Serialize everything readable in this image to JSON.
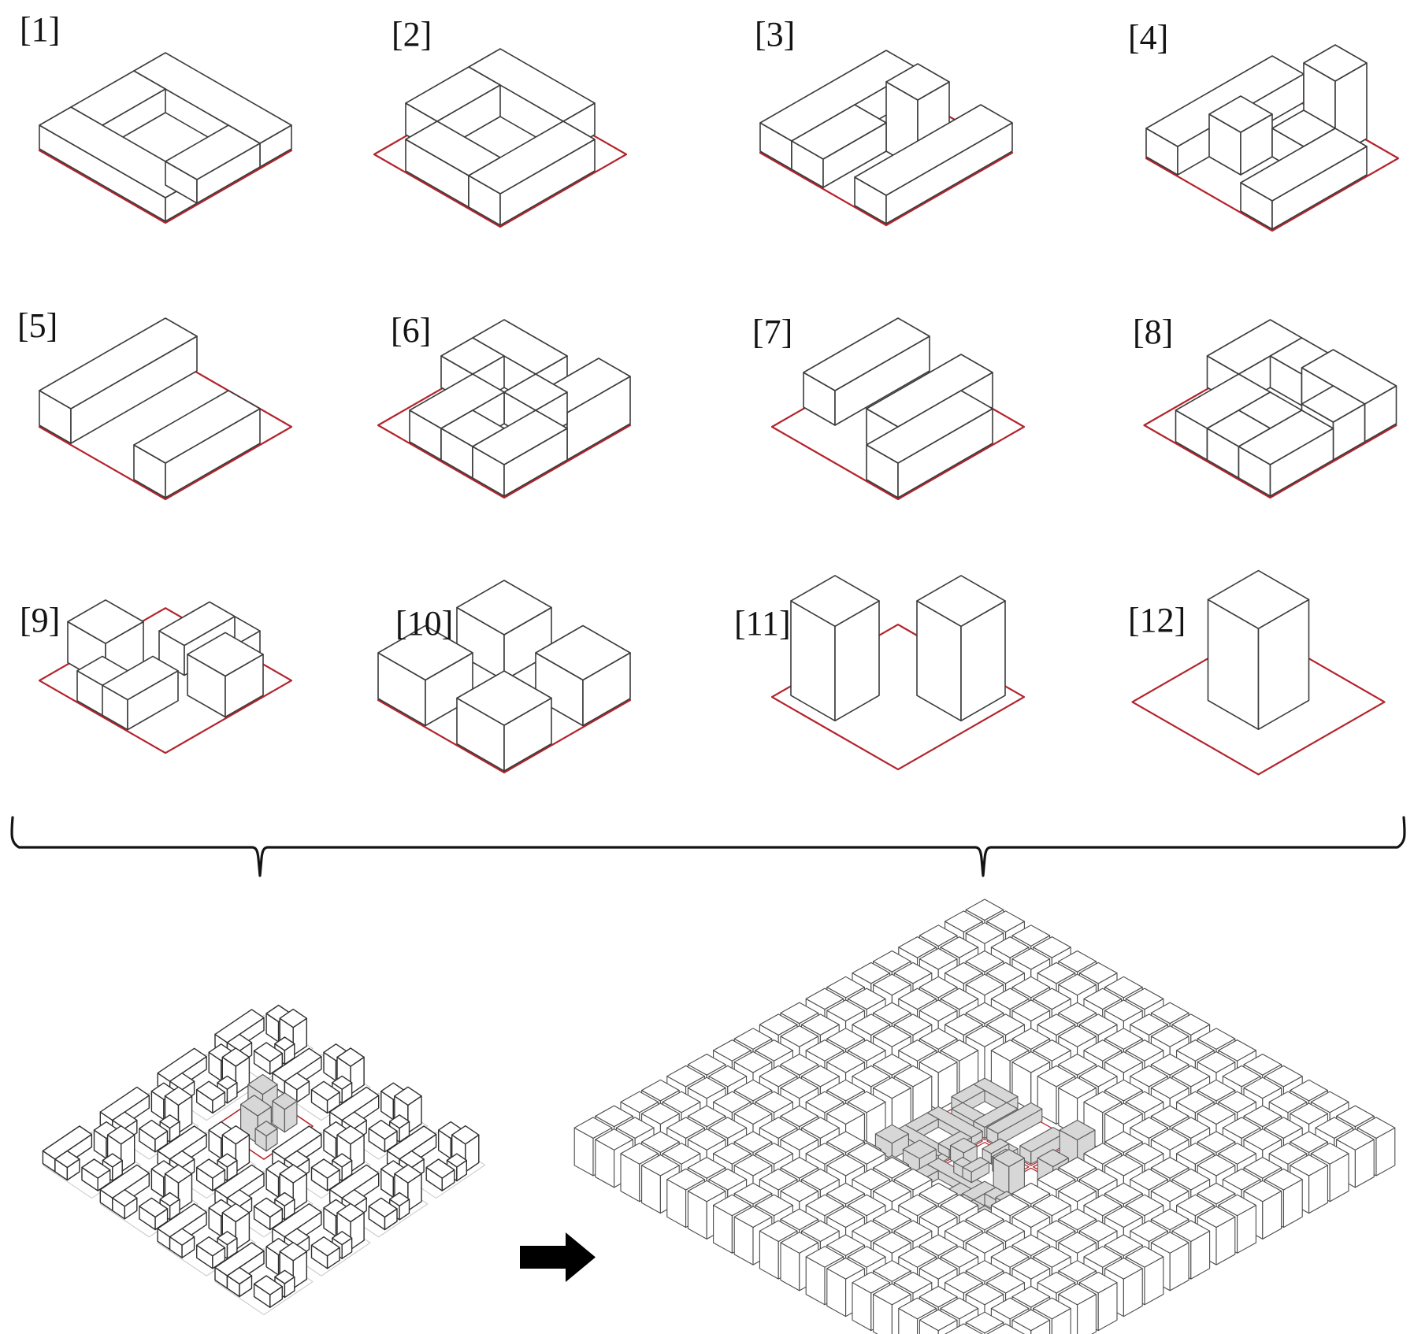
{
  "colors": {
    "background": "#ffffff",
    "tile_line": "#3c3c3c",
    "site_outline": "#b3242c",
    "agg_line": "#2e2e2e",
    "tower_line": "#4a4a4a",
    "faint_site": "#c6c6c6",
    "block_shade": "#d7d7d7",
    "shade_line": "#5a5a5a",
    "bracket": "#141414",
    "arrow": "#000000"
  },
  "typologies": {
    "site_size": 4,
    "unit": {
      "ux": 40,
      "uy": 23,
      "uz": 40
    },
    "tiles": [
      {
        "id": 1,
        "label": "[1]",
        "name": "courtyard-perimeter-block",
        "boxes": [
          [
            0,
            0,
            4,
            1,
            0.75
          ],
          [
            0,
            3,
            4,
            1,
            0.75
          ],
          [
            0,
            1,
            1,
            2,
            0.75
          ],
          [
            3,
            1,
            1,
            2,
            0.75
          ]
        ]
      },
      {
        "id": 2,
        "label": "[2]",
        "name": "two-l-blocks-pinwheel",
        "boxes": [
          [
            0,
            0,
            3,
            1,
            1
          ],
          [
            0,
            1,
            1,
            2,
            1
          ],
          [
            1,
            3,
            2,
            1,
            1
          ],
          [
            3,
            1,
            1,
            3,
            1
          ]
        ]
      },
      {
        "id": 3,
        "label": "[3]",
        "name": "slab-bars-with-tower",
        "boxes": [
          [
            0,
            0,
            1,
            4,
            0.9
          ],
          [
            2,
            1,
            1,
            1,
            2.2
          ],
          [
            1,
            2,
            1,
            2,
            0.9
          ],
          [
            3,
            0,
            1,
            4,
            0.9
          ]
        ]
      },
      {
        "id": 4,
        "label": "[4]",
        "name": "bar-tower-and-l-block",
        "boxes": [
          [
            0,
            0,
            1,
            4,
            0.9
          ],
          [
            2,
            0,
            1,
            1,
            2.4
          ],
          [
            1,
            2,
            1,
            1,
            1.35
          ],
          [
            2,
            1,
            1,
            1,
            0.9
          ],
          [
            3,
            1,
            1,
            3,
            0.9
          ]
        ]
      },
      {
        "id": 5,
        "label": "[5]",
        "name": "two-parallel-slabs",
        "boxes": [
          [
            0,
            0,
            1,
            4,
            1.1
          ],
          [
            3,
            1,
            1,
            3,
            1.1
          ]
        ]
      },
      {
        "id": 6,
        "label": "[6]",
        "name": "scattered-notched-blocks",
        "boxes": [
          [
            0,
            0,
            2,
            1,
            1
          ],
          [
            0,
            1,
            1,
            1,
            1
          ],
          [
            3,
            0,
            1,
            2,
            1.5
          ],
          [
            2,
            1,
            1,
            1,
            1
          ],
          [
            1,
            2,
            1,
            2,
            1
          ],
          [
            2,
            3,
            1,
            1,
            1
          ],
          [
            3,
            2,
            1,
            2,
            1
          ]
        ]
      },
      {
        "id": 7,
        "label": "[7]",
        "name": "three-staggered-slabs",
        "boxes": [
          [
            0,
            0,
            1,
            3,
            1.1
          ],
          [
            2,
            0,
            1,
            3,
            1.1
          ],
          [
            3,
            1,
            1,
            3,
            1.1
          ]
        ]
      },
      {
        "id": 8,
        "label": "[8]",
        "name": "four-l-shaped-blocks",
        "boxes": [
          [
            0,
            0,
            1,
            2,
            1
          ],
          [
            1,
            0,
            1,
            1,
            1
          ],
          [
            2,
            0,
            2,
            1,
            1.2
          ],
          [
            3,
            1,
            1,
            1,
            1.2
          ],
          [
            1,
            2,
            1,
            2,
            1
          ],
          [
            2,
            3,
            1,
            1,
            1
          ],
          [
            2,
            2,
            1,
            1,
            1
          ],
          [
            3,
            2,
            1,
            2,
            1
          ]
        ]
      },
      {
        "id": 9,
        "label": "[9]",
        "name": "two-cubes-two-chevrons",
        "boxes": [
          [
            0,
            1.9,
            1.2,
            1.2,
            1.3
          ],
          [
            2.8,
            0.9,
            1.2,
            1.2,
            1.3
          ],
          [
            1.4,
            0,
            1.6,
            0.8,
            0.95
          ],
          [
            1.4,
            0,
            0.8,
            1.6,
            0.95
          ],
          [
            1.2,
            3.2,
            1.6,
            0.8,
            0.95
          ],
          [
            2,
            2.4,
            0.8,
            1.6,
            0.95
          ]
        ]
      },
      {
        "id": 10,
        "label": "[10]",
        "name": "four-corner-cubes",
        "boxes": [
          [
            0,
            0,
            1.5,
            1.5,
            1.45
          ],
          [
            2.5,
            0,
            1.5,
            1.5,
            1.45
          ],
          [
            0,
            2.5,
            1.5,
            1.5,
            1.45
          ],
          [
            2.5,
            2.5,
            1.5,
            1.5,
            1.45
          ]
        ]
      },
      {
        "id": 11,
        "label": "[11]",
        "name": "twin-towers",
        "boxes": [
          [
            0.3,
            2.3,
            1.4,
            1.4,
            3.0
          ],
          [
            2.3,
            0.3,
            1.4,
            1.4,
            3.0
          ]
        ]
      },
      {
        "id": 12,
        "label": "[12]",
        "name": "single-central-tower",
        "boxes": [
          [
            1.2,
            1.2,
            1.6,
            1.6,
            3.2
          ]
        ]
      }
    ]
  },
  "aggregations": {
    "left": {
      "name": "small-scale-aggregation",
      "grid": {
        "cols": 4,
        "rows": 4,
        "pitch": 4.7
      },
      "site_size": 4,
      "unit": {
        "ux": 15.5,
        "uy": 10.5,
        "uz": 16
      },
      "highlight_site": [
        1,
        1
      ],
      "cluster": [
        [
          0,
          1,
          1,
          3,
          1
        ],
        [
          1,
          3,
          1,
          1,
          1
        ],
        [
          1.3,
          0.1,
          1,
          1,
          1.6
        ],
        [
          2.6,
          0.2,
          1.1,
          1.1,
          2.2
        ],
        [
          2.6,
          2.4,
          1.3,
          1,
          1
        ],
        [
          3.1,
          1.4,
          0.8,
          0.8,
          1.1
        ]
      ],
      "center_cluster": [
        [
          0.9,
          1,
          1.2,
          1.2,
          2.6
        ],
        [
          2.3,
          0.6,
          1,
          1,
          1.8
        ],
        [
          1.5,
          2.3,
          1.4,
          1.1,
          2.2
        ],
        [
          2.8,
          2.6,
          0.9,
          0.9,
          1.2
        ]
      ]
    },
    "right": {
      "name": "city-scale-aggregation",
      "grid": {
        "cols": 9,
        "rows": 9,
        "pitch": 4.2
      },
      "site_size": 4,
      "unit": {
        "ux": 14,
        "uy": 7.8,
        "uz": 14
      },
      "tower_cluster": [
        [
          0.2,
          0.2,
          1.7,
          1.7,
          3.4
        ],
        [
          2.1,
          0.2,
          1.7,
          1.7,
          3.4
        ],
        [
          0.2,
          2.1,
          1.7,
          1.7,
          3.4
        ],
        [
          2.1,
          2.1,
          1.7,
          1.7,
          3.4
        ]
      ],
      "gray_sites": [
        {
          "i": 3,
          "j": 3,
          "tile": 2
        },
        {
          "i": 4,
          "j": 3,
          "tile": 5
        },
        {
          "i": 5,
          "j": 3,
          "tile": 12
        },
        {
          "i": 3,
          "j": 4,
          "tile": 1
        },
        {
          "i": 4,
          "j": 4,
          "tile": 9
        },
        {
          "i": 5,
          "j": 4,
          "tile": 11
        },
        {
          "i": 3,
          "j": 5,
          "tile": 10
        },
        {
          "i": 4,
          "j": 5,
          "tile": 1
        },
        {
          "i": 5,
          "j": 5,
          "tile": 8
        }
      ]
    }
  }
}
